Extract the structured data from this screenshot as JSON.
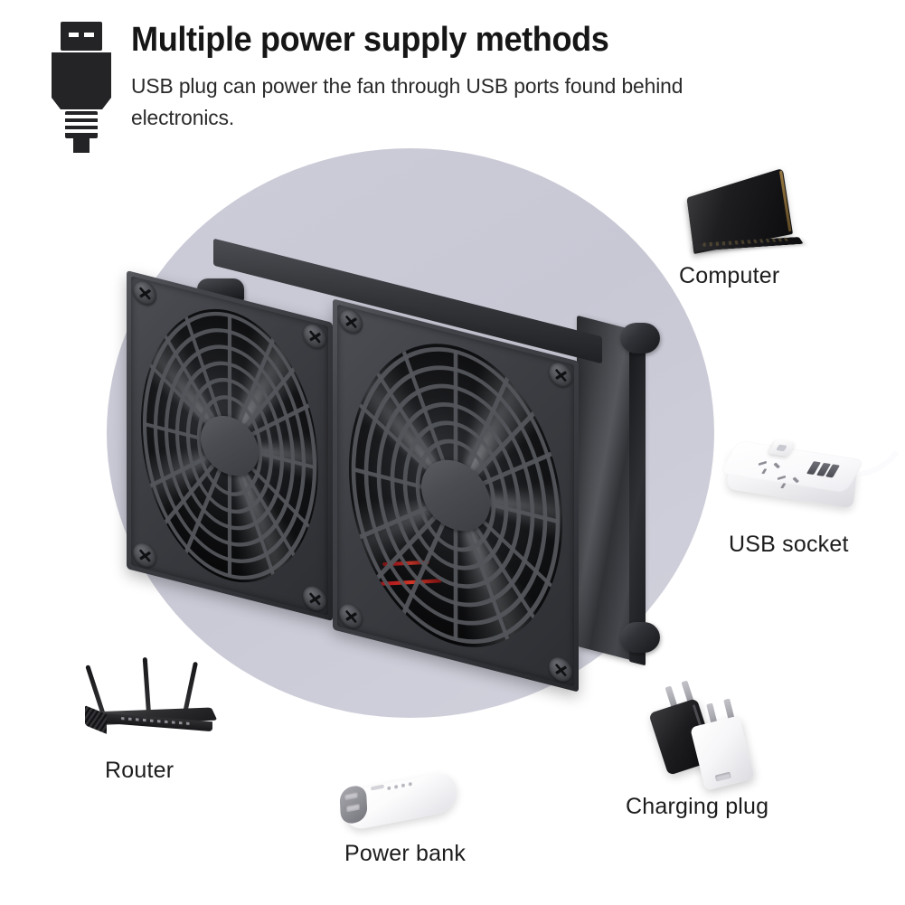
{
  "header": {
    "icon": "usb-plug-icon",
    "title": "Multiple power supply methods",
    "subtitle": "USB plug can power the fan through USB ports found behind electronics."
  },
  "product": {
    "name": "dual-usb-cooling-fan",
    "fan_count": 2,
    "screw_count": 8,
    "accent_wire_color": "#c52020"
  },
  "colors": {
    "backdrop_circle": "#c9c9d6",
    "page_background": "#ffffff",
    "text": "#1c1c1c",
    "product_body": "#3a3c41"
  },
  "devices": [
    {
      "key": "computer",
      "label": "Computer",
      "icon": "laptop-icon"
    },
    {
      "key": "usb_socket",
      "label": "USB socket",
      "icon": "power-strip-icon"
    },
    {
      "key": "router",
      "label": "Router",
      "icon": "router-icon"
    },
    {
      "key": "power_bank",
      "label": "Power bank",
      "icon": "power-bank-icon"
    },
    {
      "key": "charging_plug",
      "label": "Charging plug",
      "icon": "wall-charger-icon"
    }
  ]
}
